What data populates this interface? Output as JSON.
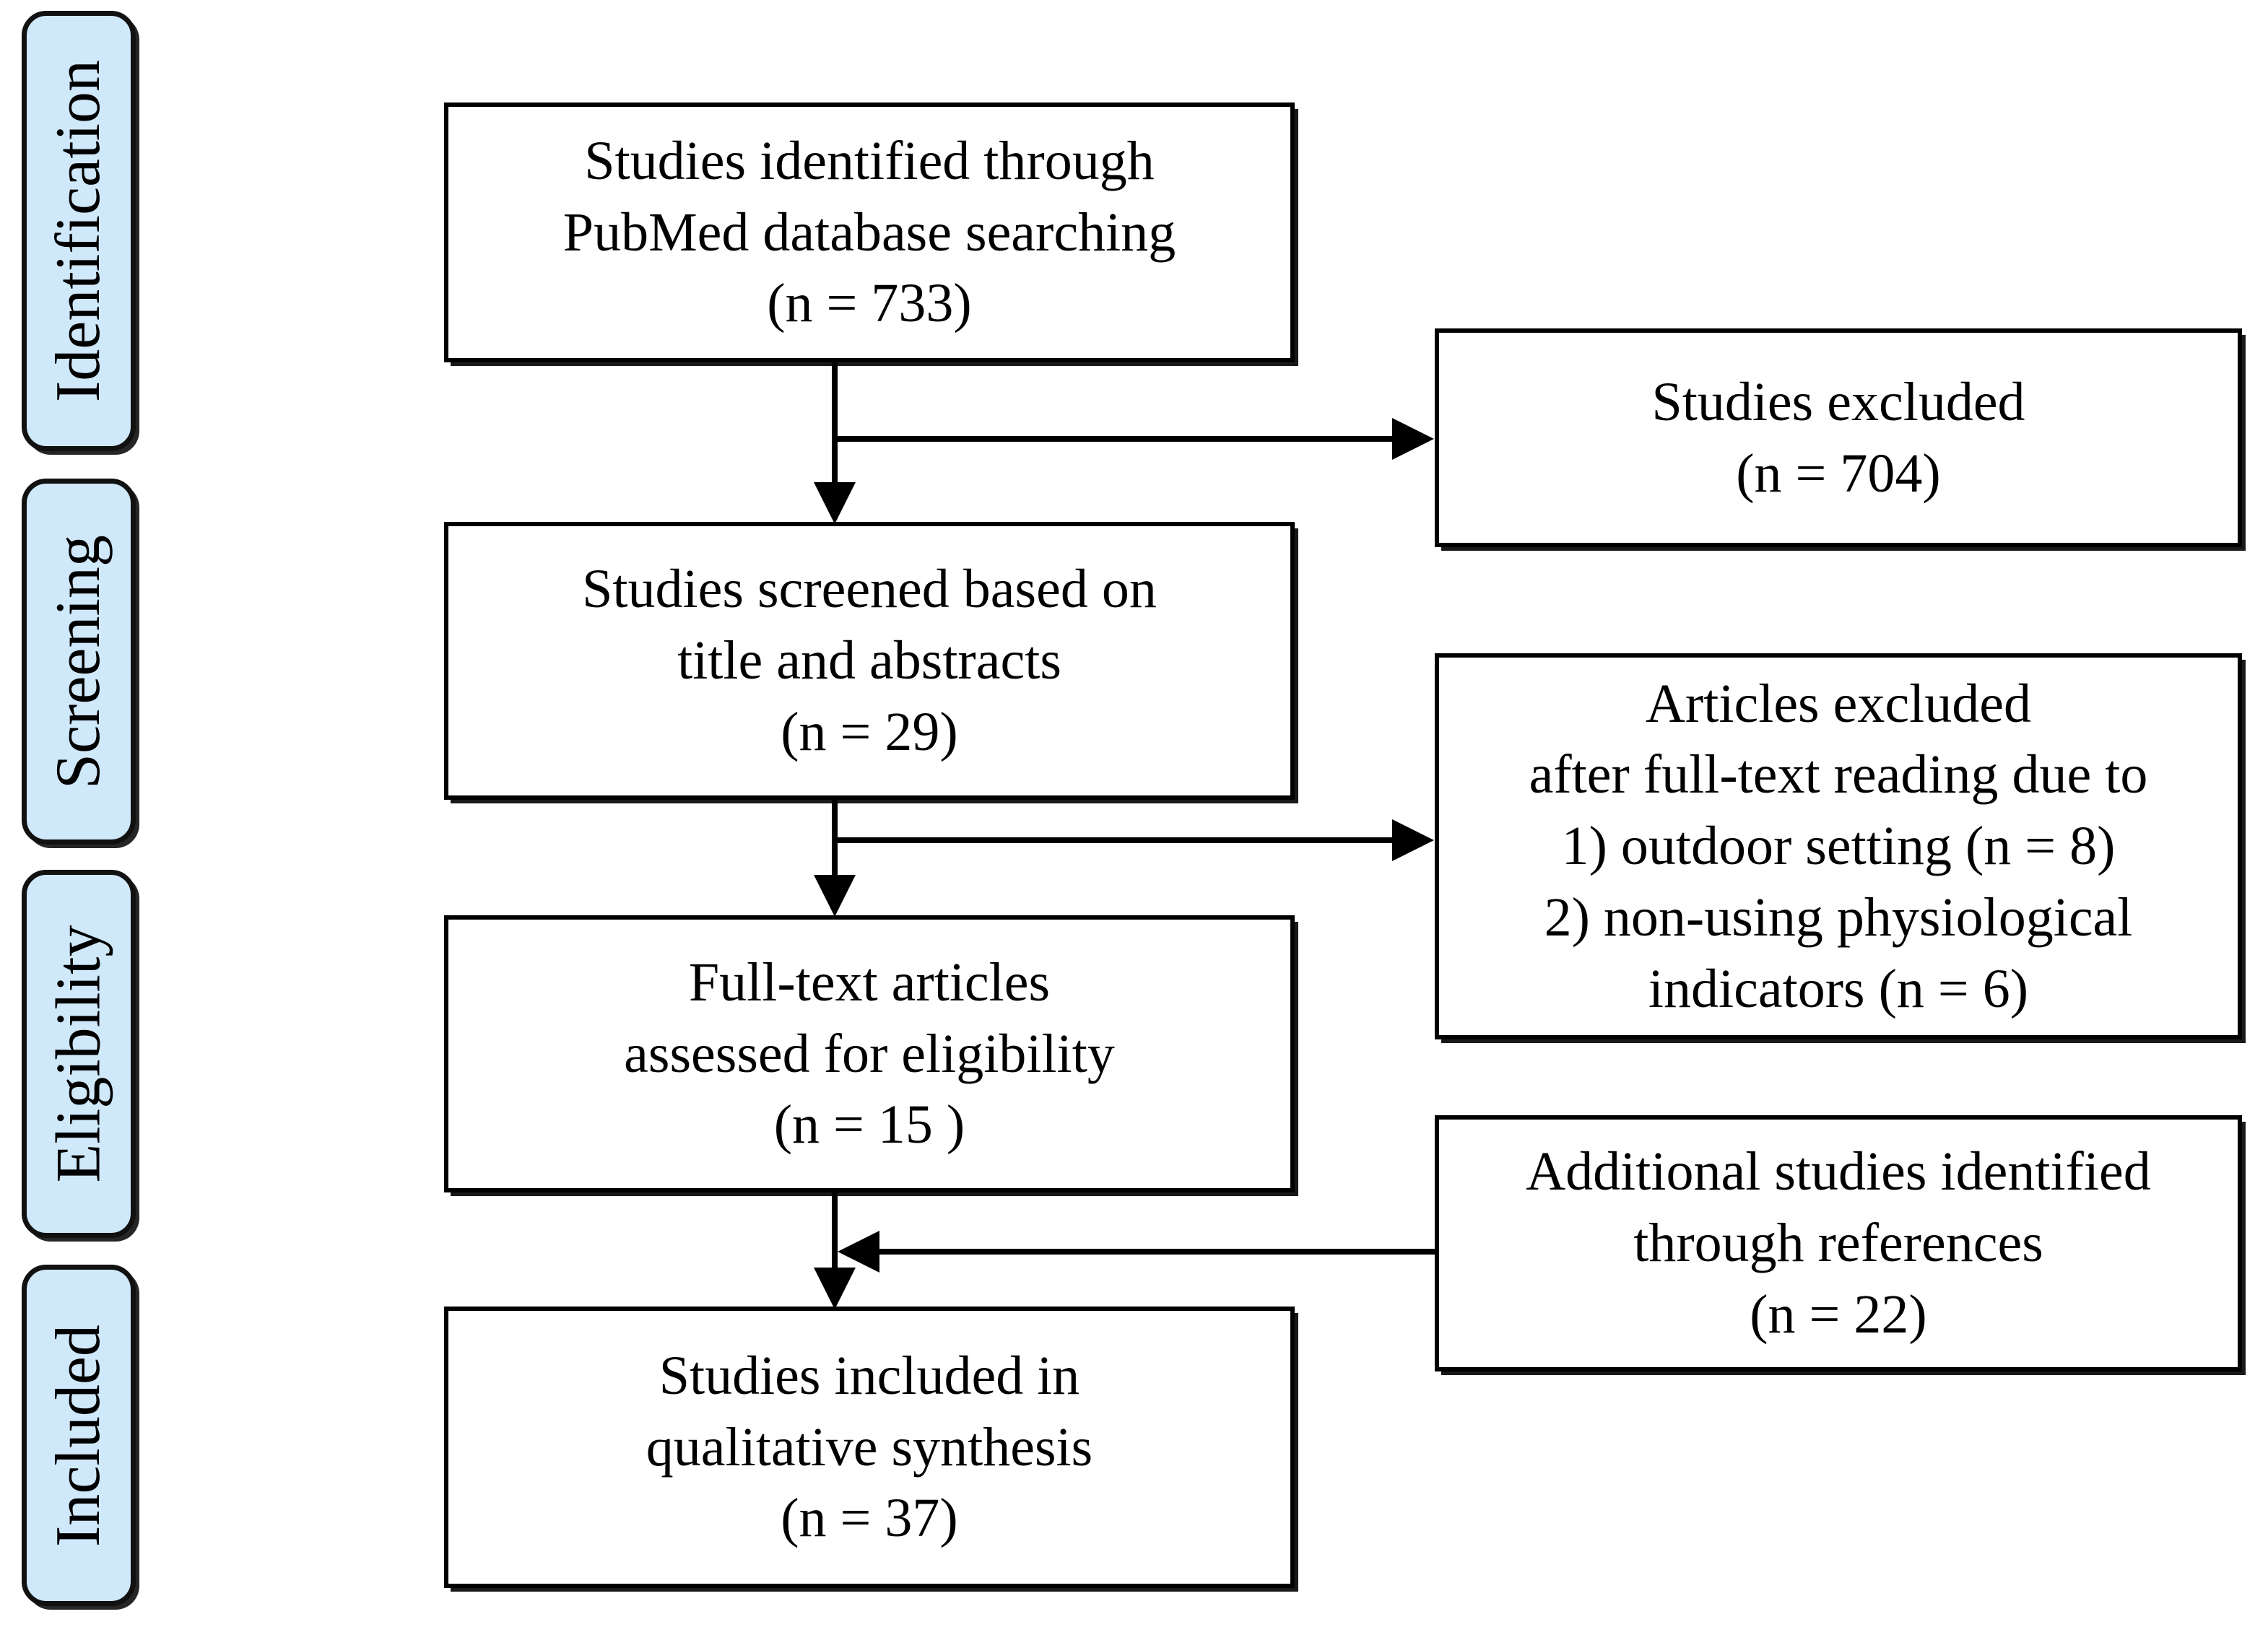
{
  "diagram": {
    "title": "PRISMA study selection flow diagram",
    "type": "flowchart",
    "accent_color": "#cfe8fa",
    "line_color": "#000000",
    "background_color": "#ffffff"
  },
  "stages": [
    {
      "id": "identification",
      "label": "Identification"
    },
    {
      "id": "screening",
      "label": "Screening"
    },
    {
      "id": "eligibility",
      "label": "Eligibility"
    },
    {
      "id": "included",
      "label": "Included"
    }
  ],
  "main_boxes": [
    {
      "id": "identified",
      "text": "Studies identified  through\nPubMed database searching\n(n = 733)",
      "count": 733
    },
    {
      "id": "screened",
      "text": "Studies screened based on\ntitle and abstracts\n(n = 29)",
      "count": 29
    },
    {
      "id": "fulltext",
      "text": "Full-text articles\nassessed for eligibility\n(n = 15 )",
      "count": 15
    },
    {
      "id": "synthesis",
      "text": "Studies included in\nqualitative synthesis\n(n = 37)",
      "count": 37
    }
  ],
  "side_boxes": [
    {
      "id": "studies-excluded",
      "text": "Studies excluded\n(n = 704)",
      "count": 704
    },
    {
      "id": "articles-excluded",
      "text": "Articles excluded\nafter full-text reading due to\n1) outdoor setting (n = 8)\n2) non-using physiological\nindicators (n = 6)",
      "reasons": [
        {
          "label": "outdoor setting",
          "count": 8
        },
        {
          "label": "non-using physiological indicators",
          "count": 6
        }
      ]
    },
    {
      "id": "additional-studies",
      "text": "Additional studies identified\nthrough references\n(n = 22)",
      "count": 22
    }
  ],
  "connectors": [
    {
      "id": "identified-to-screened",
      "kind": "arrow-down"
    },
    {
      "id": "identified-to-excluded",
      "kind": "arrow-right"
    },
    {
      "id": "screened-to-fulltext",
      "kind": "arrow-down"
    },
    {
      "id": "screened-to-articles-excluded",
      "kind": "arrow-right"
    },
    {
      "id": "fulltext-to-synthesis",
      "kind": "arrow-down"
    },
    {
      "id": "additional-to-synthesis",
      "kind": "arrow-left"
    }
  ]
}
